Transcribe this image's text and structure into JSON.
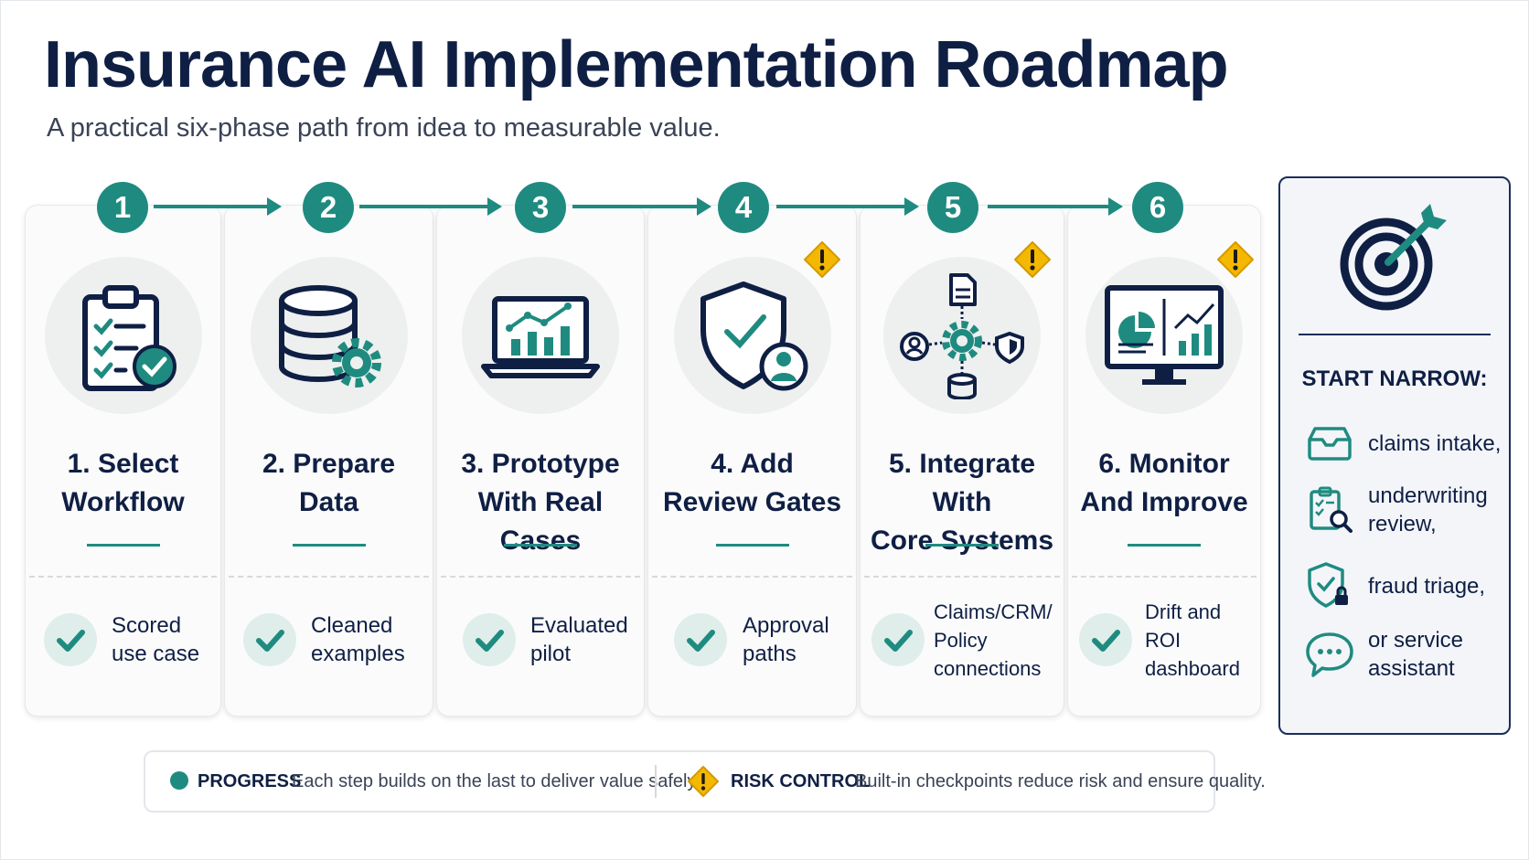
{
  "title": "Insurance AI Implementation Roadmap",
  "subtitle": "A practical six-phase path from idea to measurable value.",
  "colors": {
    "teal": "#1f8b80",
    "navy": "#0f1f44",
    "warning": "#f5b800"
  },
  "phases": [
    {
      "number": "1",
      "title_line1": "1. Select",
      "title_line2": "Workflow",
      "icon": "clipboard-check-icon",
      "outcome_line1": "Scored",
      "outcome_line2": "use case",
      "risk": false
    },
    {
      "number": "2",
      "title_line1": "2. Prepare",
      "title_line2": "Data",
      "icon": "database-gear-icon",
      "outcome_line1": "Cleaned",
      "outcome_line2": "examples",
      "risk": false
    },
    {
      "number": "3",
      "title_line1": "3. Prototype",
      "title_line2": "With Real Cases",
      "icon": "laptop-chart-icon",
      "outcome_line1": "Evaluated",
      "outcome_line2": "pilot",
      "risk": false
    },
    {
      "number": "4",
      "title_line1": "4. Add",
      "title_line2": "Review Gates",
      "icon": "shield-user-icon",
      "outcome_line1": "Approval",
      "outcome_line2": "paths",
      "risk": true
    },
    {
      "number": "5",
      "title_line1": "5. Integrate With",
      "title_line2": "Core Systems",
      "icon": "integration-hub-icon",
      "outcome_line1": "Claims/CRM/",
      "outcome_line2": "Policy",
      "outcome_line3": "connections",
      "risk": true
    },
    {
      "number": "6",
      "title_line1": "6. Monitor",
      "title_line2": "And Improve",
      "icon": "monitor-dashboard-icon",
      "outcome_line1": "Drift and",
      "outcome_line2": "ROI dashboard",
      "risk": true
    }
  ],
  "sidebar": {
    "icon": "target-arrow-icon",
    "heading": "START NARROW:",
    "items": [
      {
        "icon": "inbox-tray-icon",
        "line1": "claims intake,",
        "line2": ""
      },
      {
        "icon": "clipboard-search-icon",
        "line1": "underwriting",
        "line2": "review,"
      },
      {
        "icon": "shield-lock-icon",
        "line1": "fraud triage,",
        "line2": ""
      },
      {
        "icon": "chat-bubble-icon",
        "line1": "or service",
        "line2": "assistant"
      }
    ]
  },
  "legend": {
    "progress_label": "PROGRESS",
    "progress_text": "Each step builds on the last to deliver value safely.",
    "risk_label": "RISK CONTROL",
    "risk_text": "Built-in checkpoints reduce risk and ensure quality."
  }
}
